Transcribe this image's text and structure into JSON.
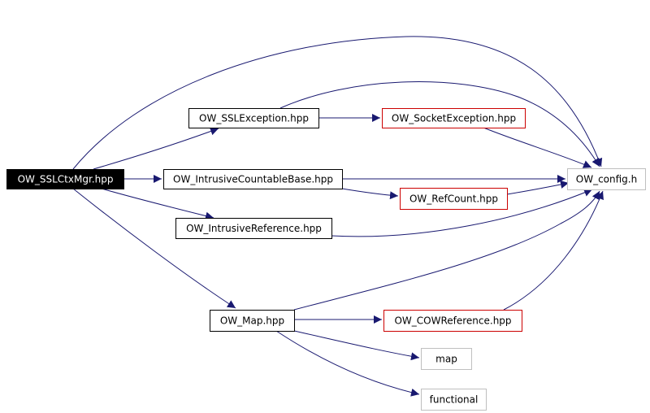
{
  "colors": {
    "edge": "#191970",
    "root_fill": "#000000",
    "root_text": "#ffffff",
    "plain_border": "#000000",
    "truncated_border": "#cc0000",
    "external_border": "#bfbfbf",
    "text": "#000000"
  },
  "nodes": {
    "ssl_ctx_mgr": {
      "label": "OW_SSLCtxMgr.hpp",
      "kind": "root"
    },
    "ssl_exception": {
      "label": "OW_SSLException.hpp",
      "kind": "plain"
    },
    "socket_exception": {
      "label": "OW_SocketException.hpp",
      "kind": "truncated"
    },
    "intrusive_countable_base": {
      "label": "OW_IntrusiveCountableBase.hpp",
      "kind": "plain"
    },
    "ref_count": {
      "label": "OW_RefCount.hpp",
      "kind": "truncated"
    },
    "intrusive_reference": {
      "label": "OW_IntrusiveReference.hpp",
      "kind": "plain"
    },
    "config": {
      "label": "OW_config.h",
      "kind": "external"
    },
    "map_hpp": {
      "label": "OW_Map.hpp",
      "kind": "plain"
    },
    "cow_reference": {
      "label": "OW_COWReference.hpp",
      "kind": "truncated"
    },
    "map": {
      "label": "map",
      "kind": "external"
    },
    "functional": {
      "label": "functional",
      "kind": "external"
    }
  },
  "edges": [
    {
      "from": "ssl_ctx_mgr",
      "to": "config"
    },
    {
      "from": "ssl_ctx_mgr",
      "to": "ssl_exception"
    },
    {
      "from": "ssl_ctx_mgr",
      "to": "intrusive_countable_base"
    },
    {
      "from": "ssl_ctx_mgr",
      "to": "intrusive_reference"
    },
    {
      "from": "ssl_ctx_mgr",
      "to": "map_hpp"
    },
    {
      "from": "ssl_exception",
      "to": "config"
    },
    {
      "from": "ssl_exception",
      "to": "socket_exception"
    },
    {
      "from": "socket_exception",
      "to": "config"
    },
    {
      "from": "intrusive_countable_base",
      "to": "config"
    },
    {
      "from": "intrusive_countable_base",
      "to": "ref_count"
    },
    {
      "from": "ref_count",
      "to": "config"
    },
    {
      "from": "intrusive_reference",
      "to": "config"
    },
    {
      "from": "map_hpp",
      "to": "config"
    },
    {
      "from": "map_hpp",
      "to": "cow_reference"
    },
    {
      "from": "map_hpp",
      "to": "map"
    },
    {
      "from": "map_hpp",
      "to": "functional"
    },
    {
      "from": "cow_reference",
      "to": "config"
    }
  ]
}
